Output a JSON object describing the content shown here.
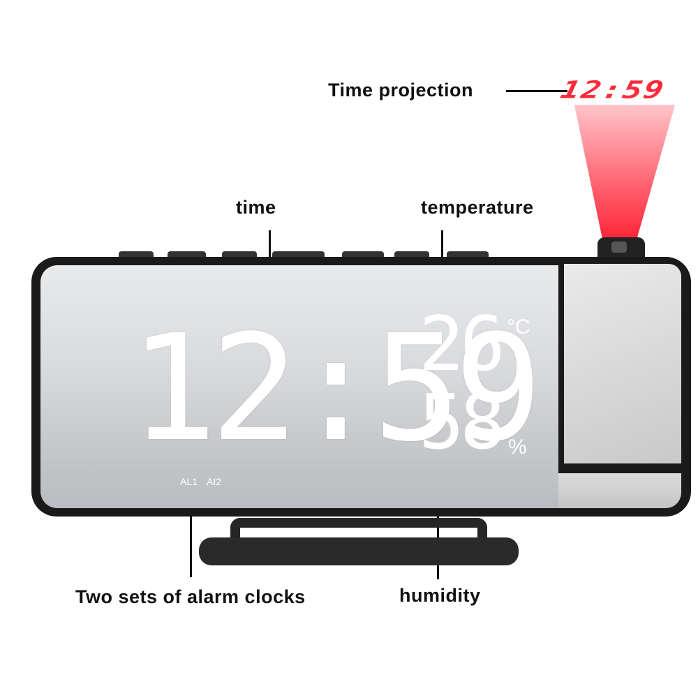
{
  "labels": {
    "time_projection": "Time projection",
    "time": "time",
    "temperature": "temperature",
    "humidity": "humidity",
    "alarms": "Two sets of alarm clocks"
  },
  "display": {
    "time": "12:59",
    "projected_time": "12:59",
    "temperature": "26",
    "temperature_unit": "°C",
    "humidity": "58",
    "humidity_unit": "%",
    "alarm1": "AL1",
    "alarm2": "AI2"
  },
  "colors": {
    "display_digits": "#ffffff",
    "projection": "#ff2a3a",
    "body": "#1a1a1a"
  }
}
